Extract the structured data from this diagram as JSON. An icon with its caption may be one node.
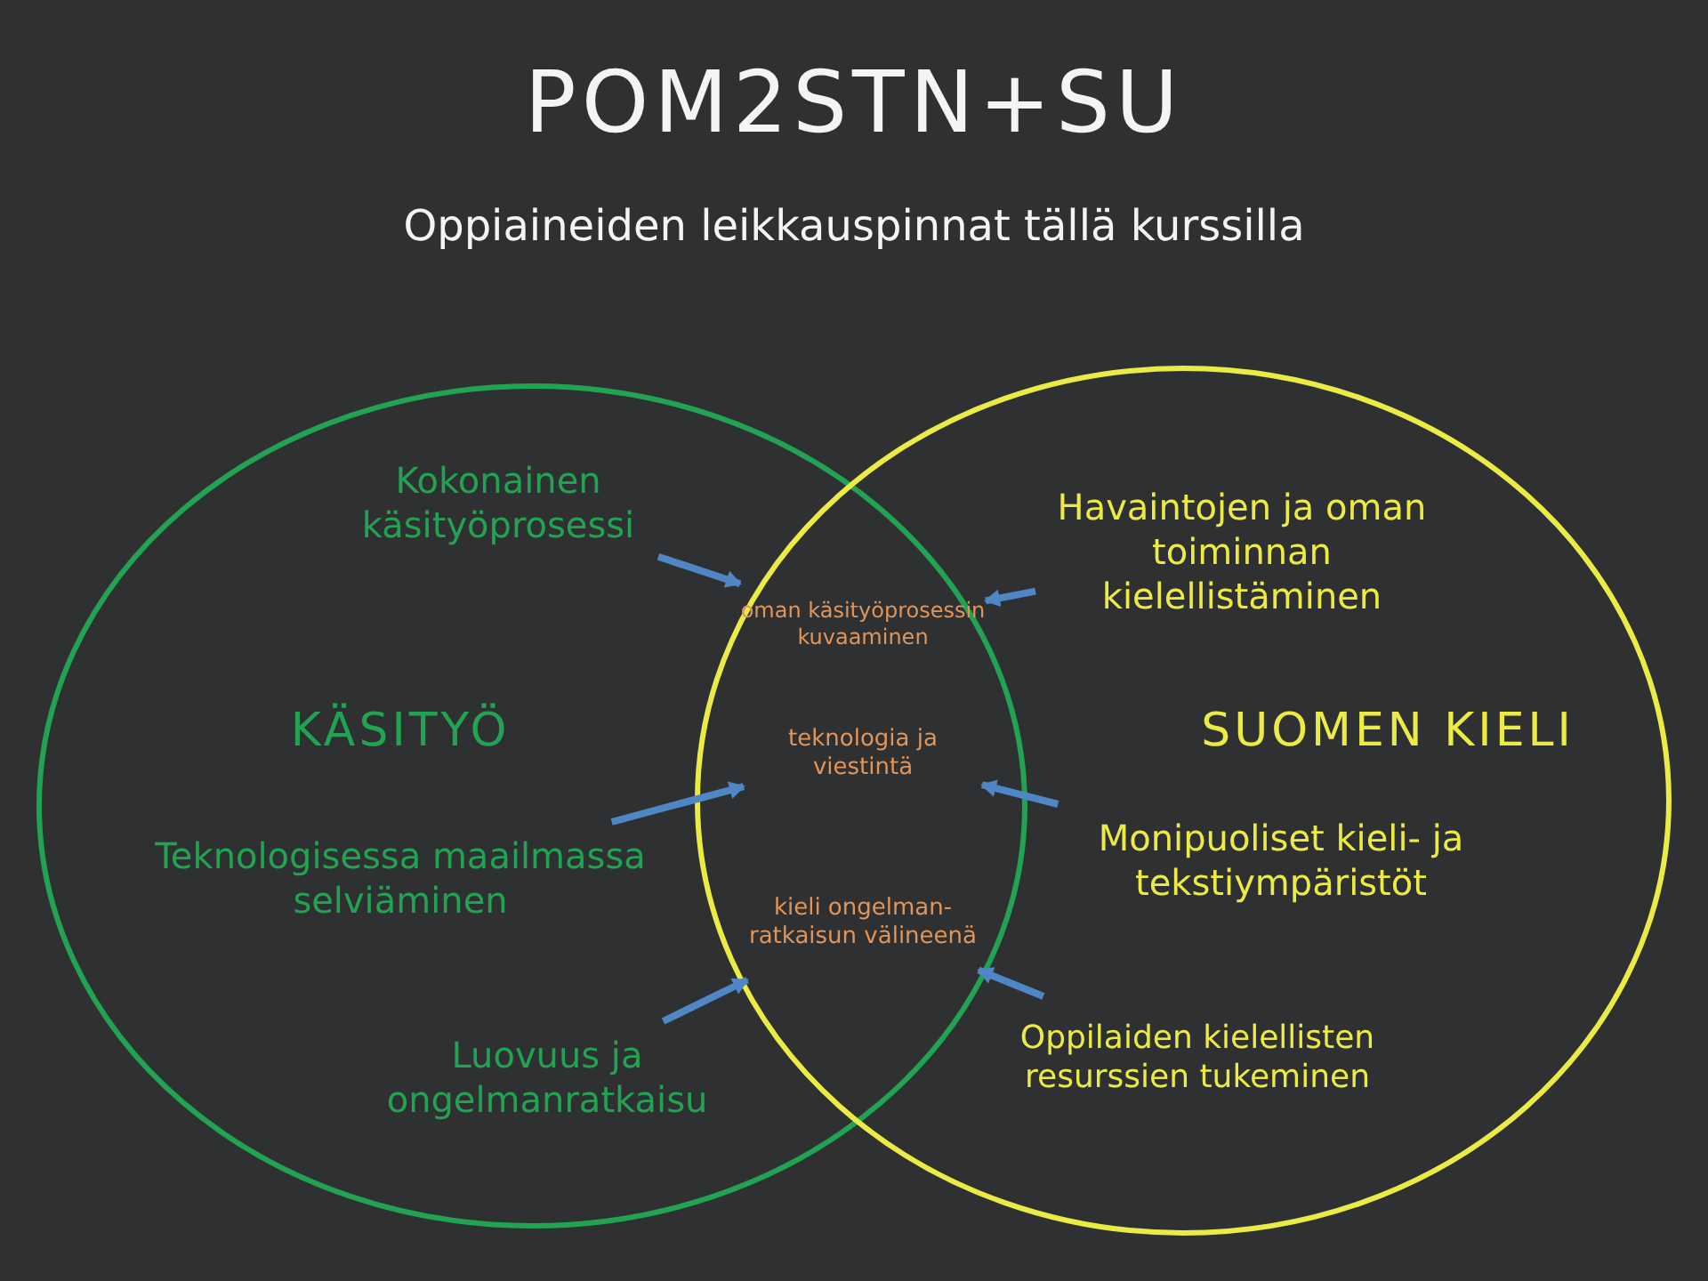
{
  "diagram": {
    "title": "POM2STN+SU",
    "nodes": [
      {
        "text": [
          "KÄSITYÖ"
        ]
      },
      {
        "text": [
          "SUOMEN KIELI"
        ]
      },
      {
        "text": [
          "oman käsityöprosessin kuvaaminen"
        ]
      },
      {
        "text": [
          "teknologia ja viestintä"
        ]
      },
      {
        "text": [
          "kieli ongelman-ratkaisun välineenä"
        ]
      },
      {
        "text": [
          "Kokonainen käsityöprosessi"
        ],
        "in": 0
      },
      {
        "text": [
          "Teknologisessa maailmassa selviäminen"
        ],
        "in": 0
      },
      {
        "text": [
          "Luovuus ja ongelmanratkaisu"
        ],
        "in": 0
      },
      {
        "text": [
          "Havaintojen ja oman toiminnan kielellistäminen"
        ],
        "in": 1
      },
      {
        "text": [
          "Monipuoliset kieli- ja tekstiympäristöt"
        ],
        "in": 1
      },
      {
        "text": [
          "Oppilaiden kielellisten resurssien tukeminen"
        ],
        "in": 1
      }
    ],
    "edges": [
      {
        "from": 5,
        "to": 2,
        "arrow": "to"
      },
      {
        "from": 8,
        "to": 2,
        "arrow": "to"
      },
      {
        "from": 6,
        "to": 3,
        "arrow": "to"
      },
      {
        "from": 9,
        "to": 3,
        "arrow": "to"
      },
      {
        "from": 7,
        "to": 4,
        "arrow": "to"
      },
      {
        "from": 10,
        "to": 4,
        "arrow": "to"
      }
    ],
    "labels": [
      "Oppiaineiden leikkauspinnat tällä kurssilla"
    ]
  }
}
